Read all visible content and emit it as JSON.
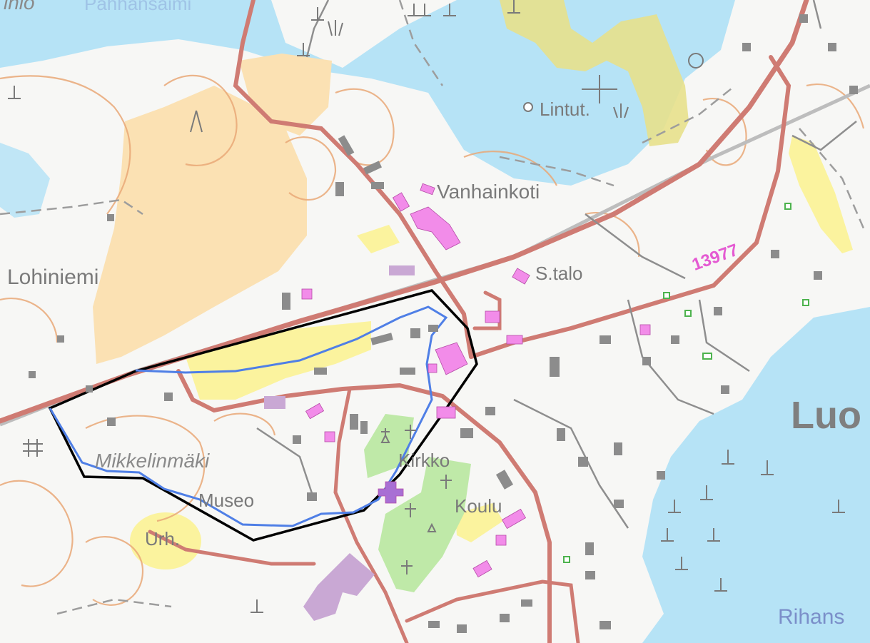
{
  "map": {
    "place_labels": {
      "top_left_partial": "inio",
      "top_water_partial": "Pahhansaimi",
      "lintut": "Lintut.",
      "vanhainkoti": "Vanhainkoti",
      "lohiniemi": "Lohiniemi",
      "stalo": "S.talo",
      "mikkelinmaki": "Mikkelinmäki",
      "kirkko": "Kirkko",
      "koulu": "Koulu",
      "museo": "Museo",
      "urh": "Urh.",
      "luo": "Luo",
      "rihans": "Rihans"
    },
    "road_number": "13977",
    "colors": {
      "water": "#b6e3f6",
      "sand_field": "#fbe1b3",
      "yellow_field": "#fbf39e",
      "wetland": "#e7e08c",
      "cemetery_green": "#bfe9a8",
      "contour": "#e9a877",
      "road": "#cf7b73",
      "building_public": "#f28ce9",
      "building_gray": "#8c8c8c",
      "boundary_black": "#000000",
      "boundary_blue": "#4f7fe6",
      "road_number_pink": "#e45ad2"
    }
  }
}
